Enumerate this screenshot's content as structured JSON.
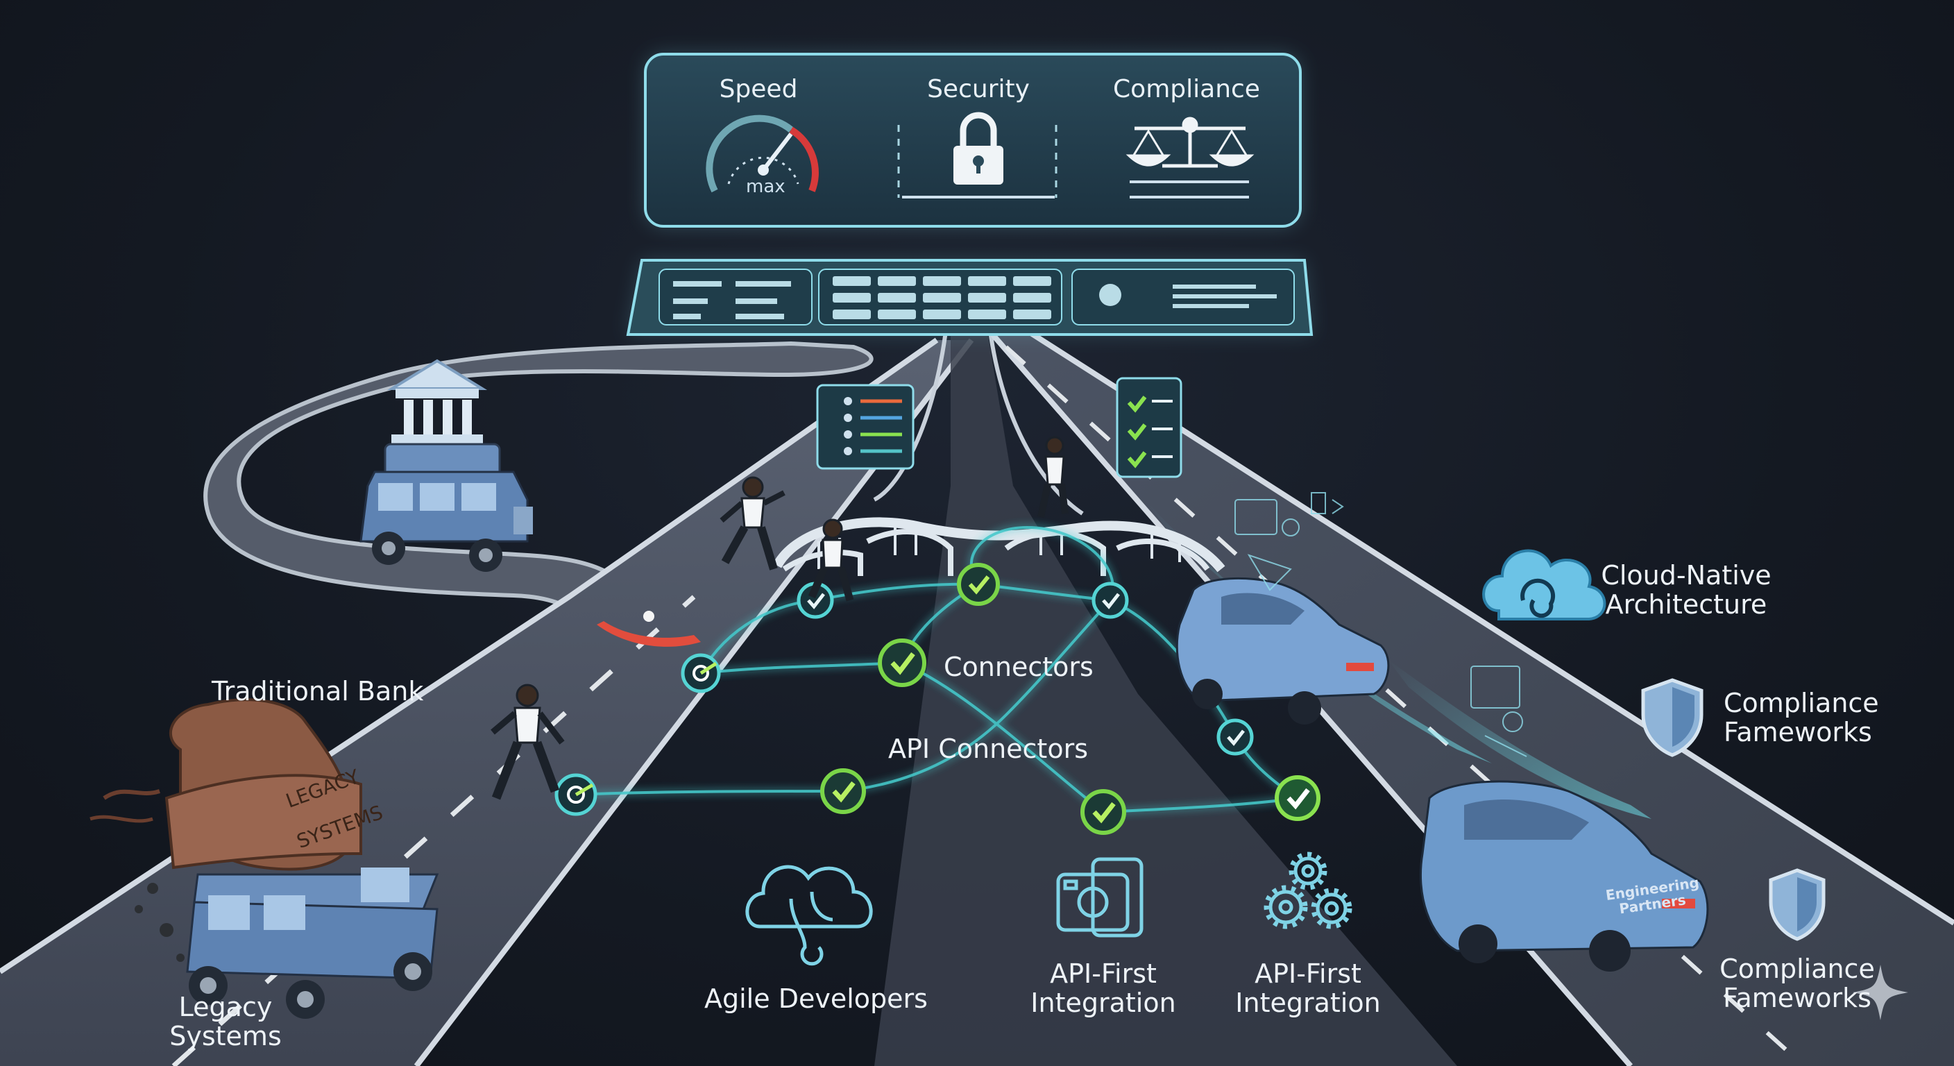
{
  "panel": {
    "speed_label": "Speed",
    "speed_gauge_text": "max",
    "security_label": "Security",
    "compliance_label": "Compliance"
  },
  "labels": {
    "traditional_bank": "Traditional Bank",
    "legacy_systems_line1": "Legacy",
    "legacy_systems_line2": "Systems",
    "legacy_cargo_line1": "LEGACY",
    "legacy_cargo_line2": "SYSTEMS",
    "connectors": "Connectors",
    "api_connectors": "API Connectors",
    "agile_developers": "Agile Developers",
    "api_first_1_line1": "API-First",
    "api_first_1_line2": "Integration",
    "api_first_2_line1": "API-First",
    "api_first_2_line2": "Integration",
    "cloud_native_line1": "Cloud-Native",
    "cloud_native_line2": "Architecture",
    "compliance_fw_1_line1": "Compliance",
    "compliance_fw_1_line2": "Fameworks",
    "compliance_fw_2_line1": "Compliance",
    "compliance_fw_2_line2": "Fameworks",
    "partner_car_line1": "Engineering",
    "partner_car_line2": "Partners"
  },
  "icons": {
    "gauge": "speedometer-icon",
    "lock": "padlock-icon",
    "scales": "balance-scale-icon",
    "bank": "bank-building-icon",
    "cloud": "cloud-swirl-icon",
    "shield": "shield-icon",
    "agile": "cloud-hook-icon",
    "api": "camera-puzzle-icon",
    "gears": "gears-icon",
    "check": "checkmark-icon",
    "sparkle": "sparkle-icon"
  },
  "colors": {
    "background": "#151a23",
    "road": "#4a5160",
    "road_edge": "#c8d0da",
    "panel_glow": "#7fd3e6",
    "connector": "#3fc6c8",
    "check_green": "#79d241",
    "legacy_car": "#5e83b3",
    "modern_car": "#7aa3d3",
    "cargo": "#8b5a44",
    "gauge_red": "#d73a3a"
  }
}
